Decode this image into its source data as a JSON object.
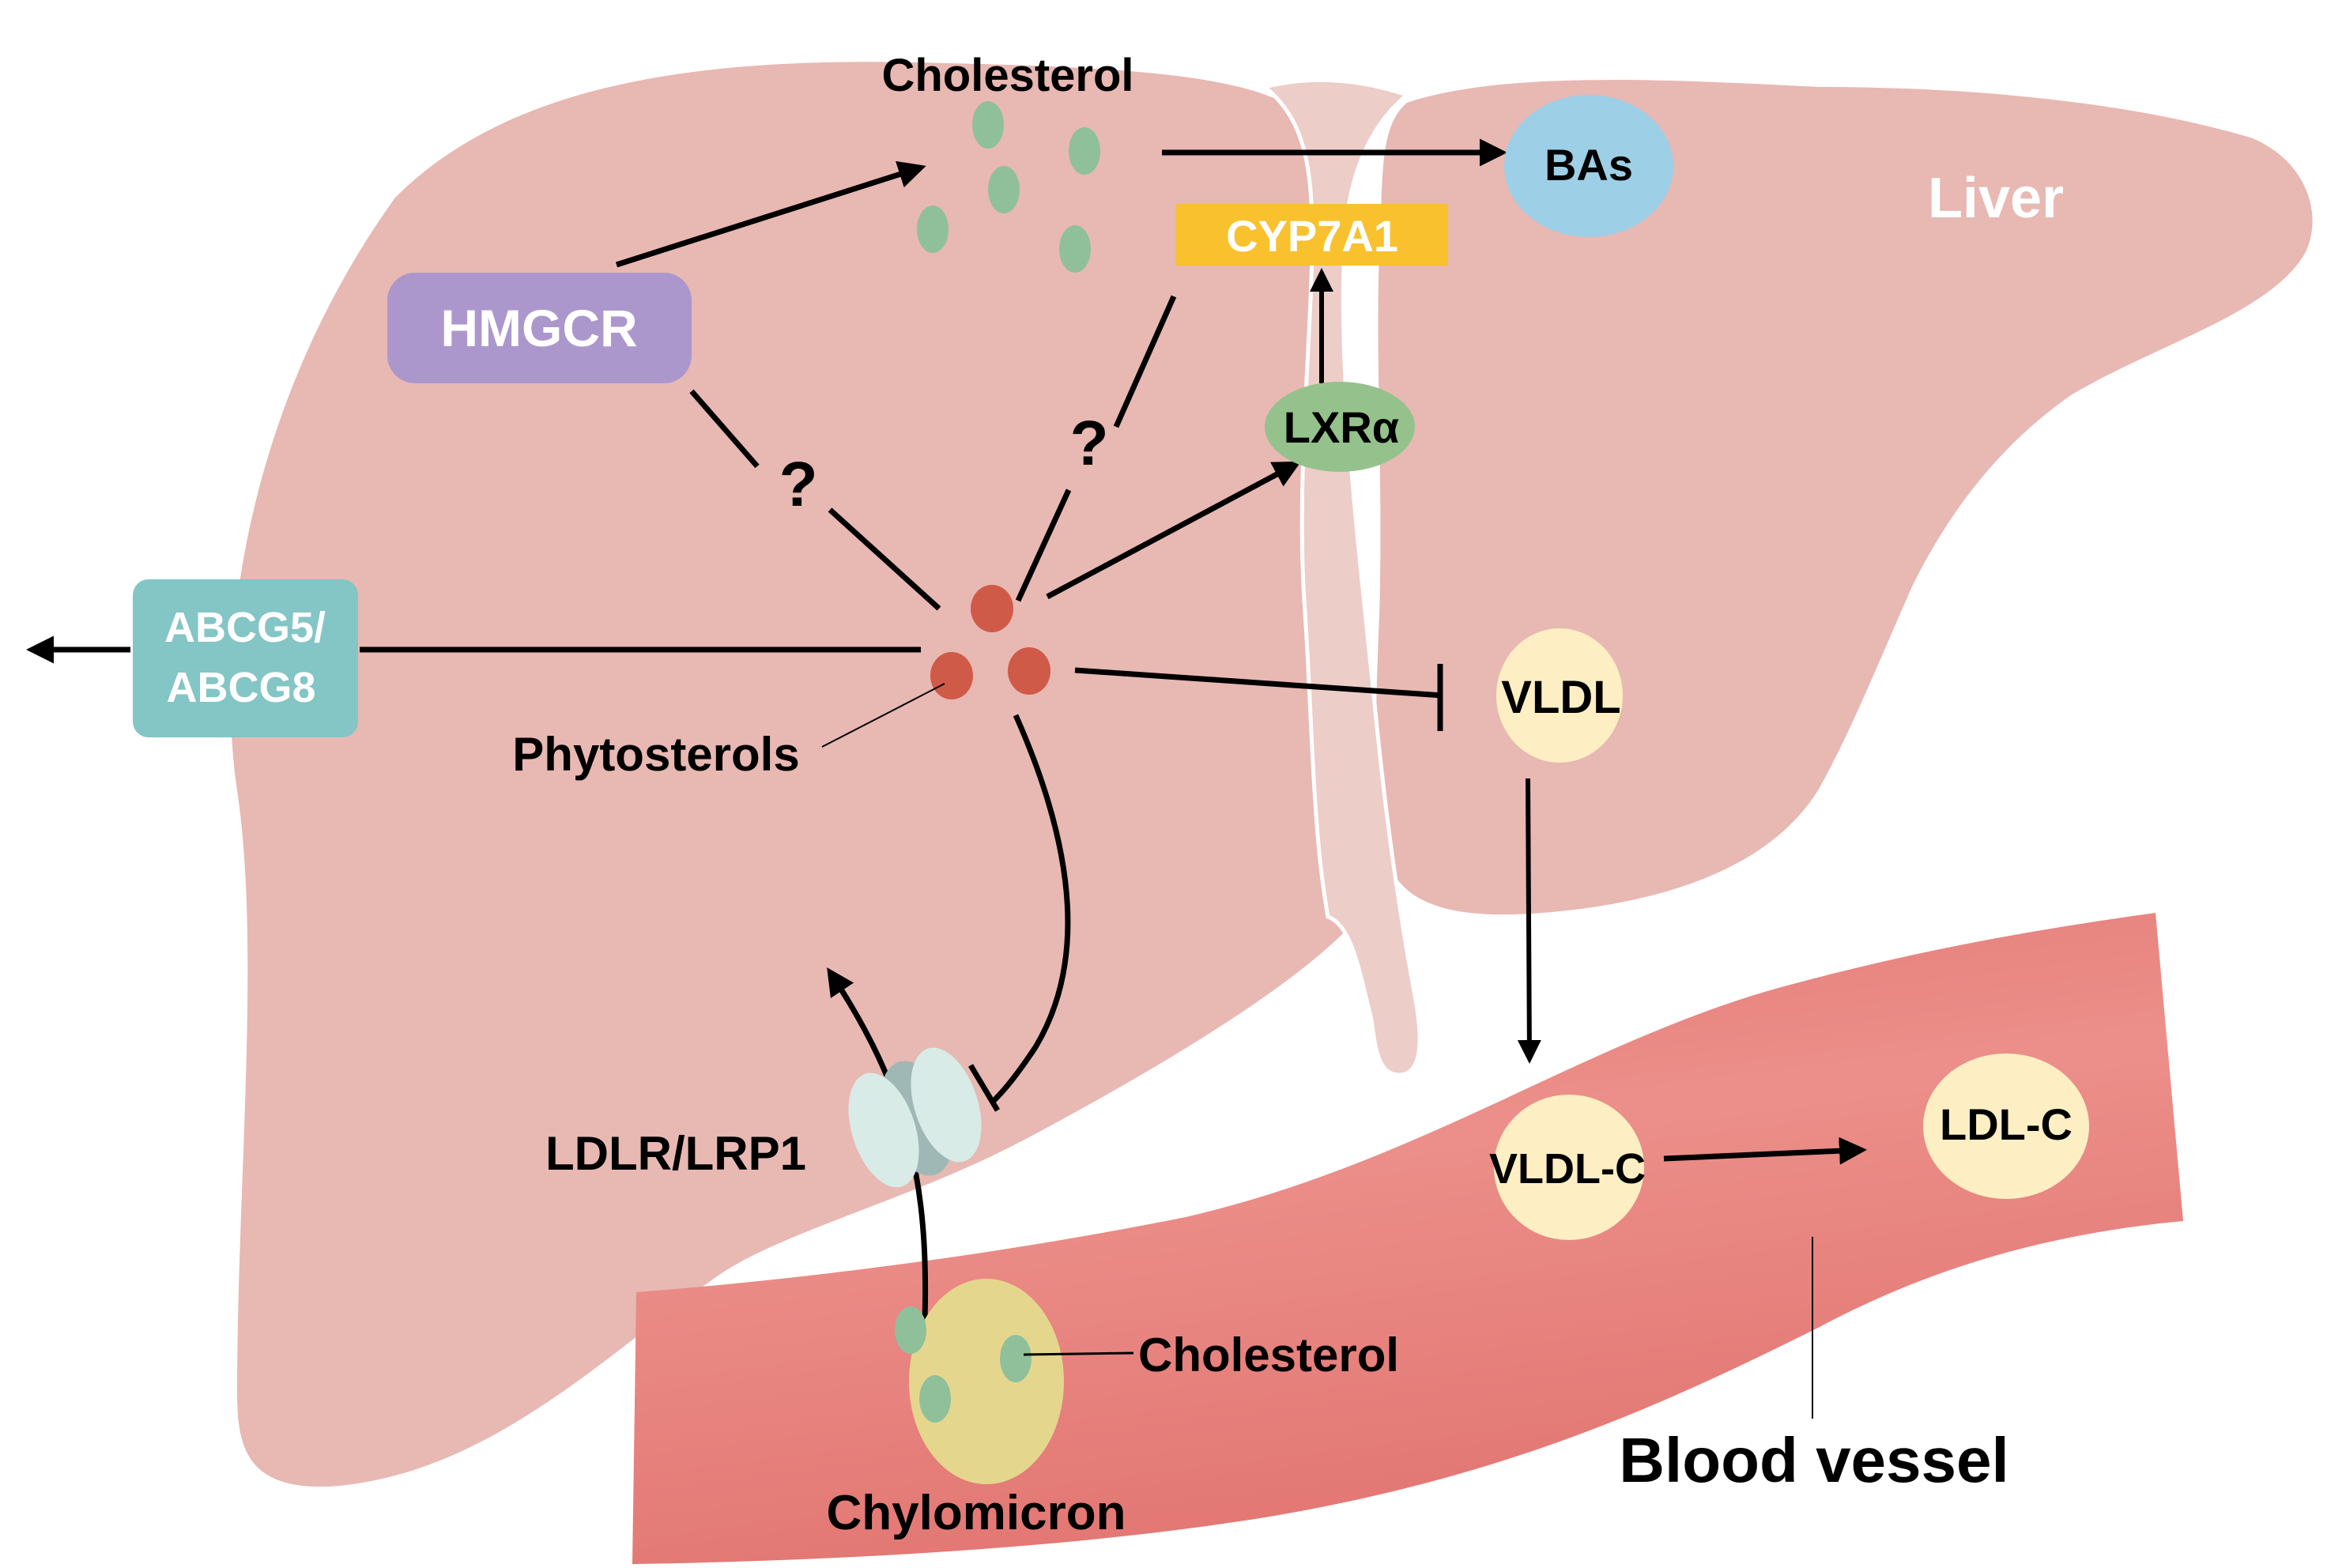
{
  "figure": {
    "title": "Phytosterol regulation of hepatic cholesterol metabolism",
    "organ_labels": {
      "liver": "Liver",
      "blood_vessel": "Blood vessel"
    },
    "nodes": {
      "cholesterol_top": "Cholesterol",
      "hmgcr": "HMGCR",
      "cyp7a1": "CYP7A1",
      "bas": "BAs",
      "lxra": "LXRα",
      "abcg": [
        "ABCG5/",
        "ABCG8"
      ],
      "phytosterols": "Phytosterols",
      "vldl": "VLDL",
      "vldl_c": "VLDL-C",
      "ldl_c": "LDL-C",
      "ldlr": "LDLR/LRP1",
      "cholesterol_bottom": "Cholesterol",
      "chylomicron": "Chylomicron"
    },
    "unknown_marks": [
      "?",
      "?"
    ],
    "edges": [
      {
        "from": "HMGCR",
        "to": "Cholesterol",
        "type": "activation"
      },
      {
        "from": "Cholesterol",
        "to": "BAs",
        "type": "activation"
      },
      {
        "from": "LXRα",
        "to": "CYP7A1",
        "type": "activation"
      },
      {
        "from": "Phytosterols",
        "to": "LXRα",
        "type": "activation"
      },
      {
        "from": "Phytosterols",
        "to": "HMGCR",
        "type": "unknown",
        "label": "?"
      },
      {
        "from": "Phytosterols",
        "to": "CYP7A1",
        "type": "unknown",
        "label": "?"
      },
      {
        "from": "Phytosterols",
        "to": "ABCG5/ABCG8",
        "type": "efflux"
      },
      {
        "from": "Phytosterols",
        "to": "VLDL",
        "type": "inhibition"
      },
      {
        "from": "Phytosterols",
        "to": "LDLR/LRP1",
        "type": "inhibition"
      },
      {
        "from": "VLDL",
        "to": "VLDL-C",
        "type": "activation"
      },
      {
        "from": "VLDL-C",
        "to": "LDL-C",
        "type": "activation"
      },
      {
        "from": "Chylomicron",
        "to": "Liver",
        "type": "uptake",
        "via": "LDLR/LRP1"
      }
    ],
    "colors": {
      "liver": "#e8b8b3",
      "liver_ligament": "#edcdc8",
      "vessel": "#e57d79",
      "vessel_highlight": "#ec9590",
      "cholesterol_dot": "#8fc09a",
      "phytosterol_dot": "#d05a48",
      "hmgcr": "#ac97cd",
      "cyp7a1": "#f9c12e",
      "bas": "#9dcfe6",
      "lxra": "#95c28c",
      "abcg": "#84c5c5",
      "lipoprotein": "#fdefc3",
      "chylomicron": "#e5d68e",
      "receptor": "#d8ebe6",
      "receptor_shadow": "#9fb8b5",
      "ink": "#000000",
      "white_text": "#ffffff"
    }
  }
}
